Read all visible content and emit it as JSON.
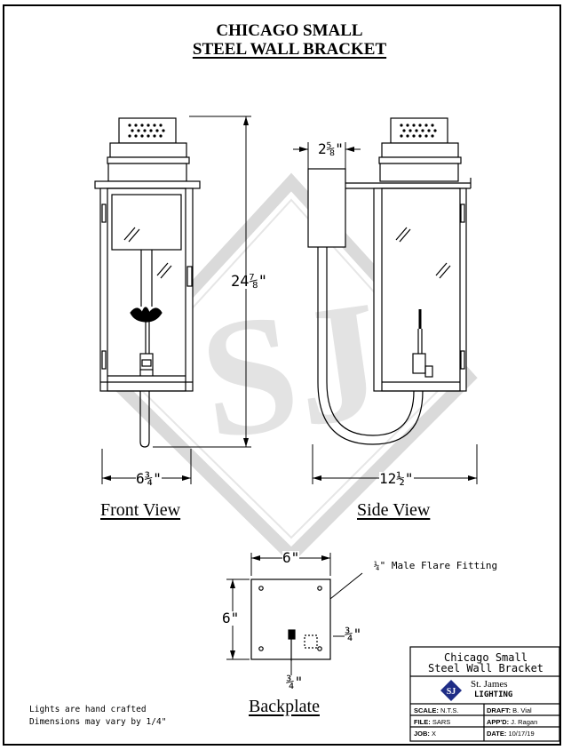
{
  "sheet": {
    "title_line1": "CHICAGO SMALL",
    "title_line2": "STEEL WALL BRACKET"
  },
  "views": {
    "front_label": "Front View",
    "side_label": "Side View",
    "backplate_label": "Backplate"
  },
  "dimensions": {
    "side_bracket_depth": "2⅝\"",
    "overall_height": "24⅞\"",
    "front_width": "6¾\"",
    "side_depth": "12½\"",
    "backplate_width": "6\"",
    "backplate_height": "6\"",
    "offset_right": "¾\"",
    "offset_bottom": "¾\"",
    "fitting_callout": "¼\" Male Flare Fitting"
  },
  "notes": {
    "line1": "Lights are hand crafted",
    "line2": "Dimensions may vary by 1/4\""
  },
  "watermark": {
    "text": "SJ"
  },
  "title_block": {
    "title_line1": "Chicago Small",
    "title_line2": "Steel Wall Bracket",
    "company_name": "St. James",
    "company_sub": "LIGHTING",
    "logo_text": "SJ",
    "logo_color": "#1f2d86",
    "scale_key": "SCALE:",
    "scale_value": "N.T.S.",
    "draft_key": "DRAFT:",
    "draft_value": "B. Vial",
    "file_key": "FILE:",
    "file_value": "SARS",
    "appd_key": "APP'D:",
    "appd_value": "J. Ragan",
    "job_key": "JOB:",
    "job_value": "X",
    "date_key": "DATE:",
    "date_value": "10/17/19"
  }
}
